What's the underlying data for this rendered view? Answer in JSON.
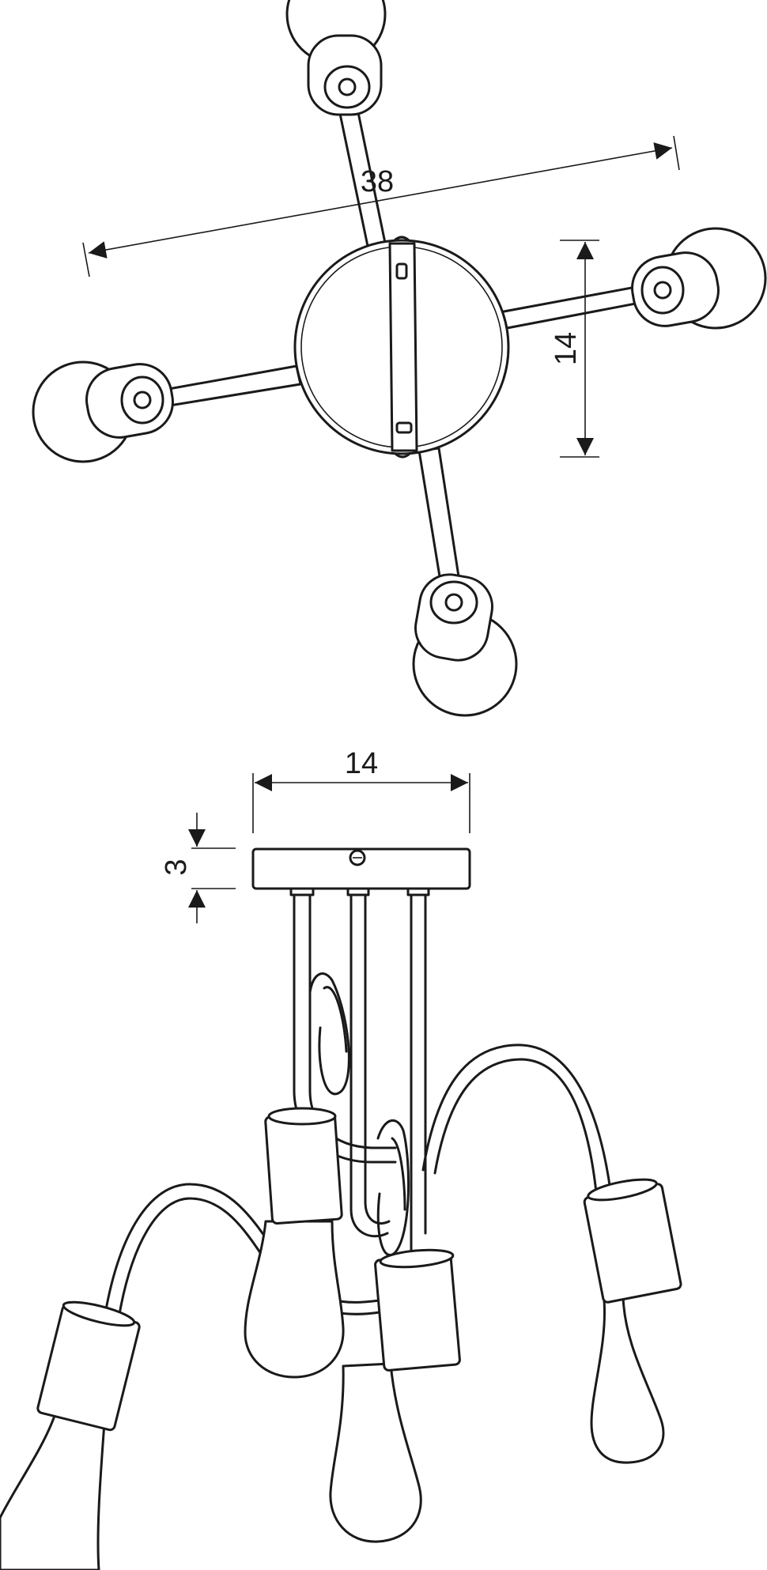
{
  "dimensions": {
    "top_width": "38",
    "top_depth": "14",
    "side_width": "14",
    "side_height": "3"
  },
  "colors": {
    "line": "#1a1a1a",
    "background": "#ffffff"
  }
}
